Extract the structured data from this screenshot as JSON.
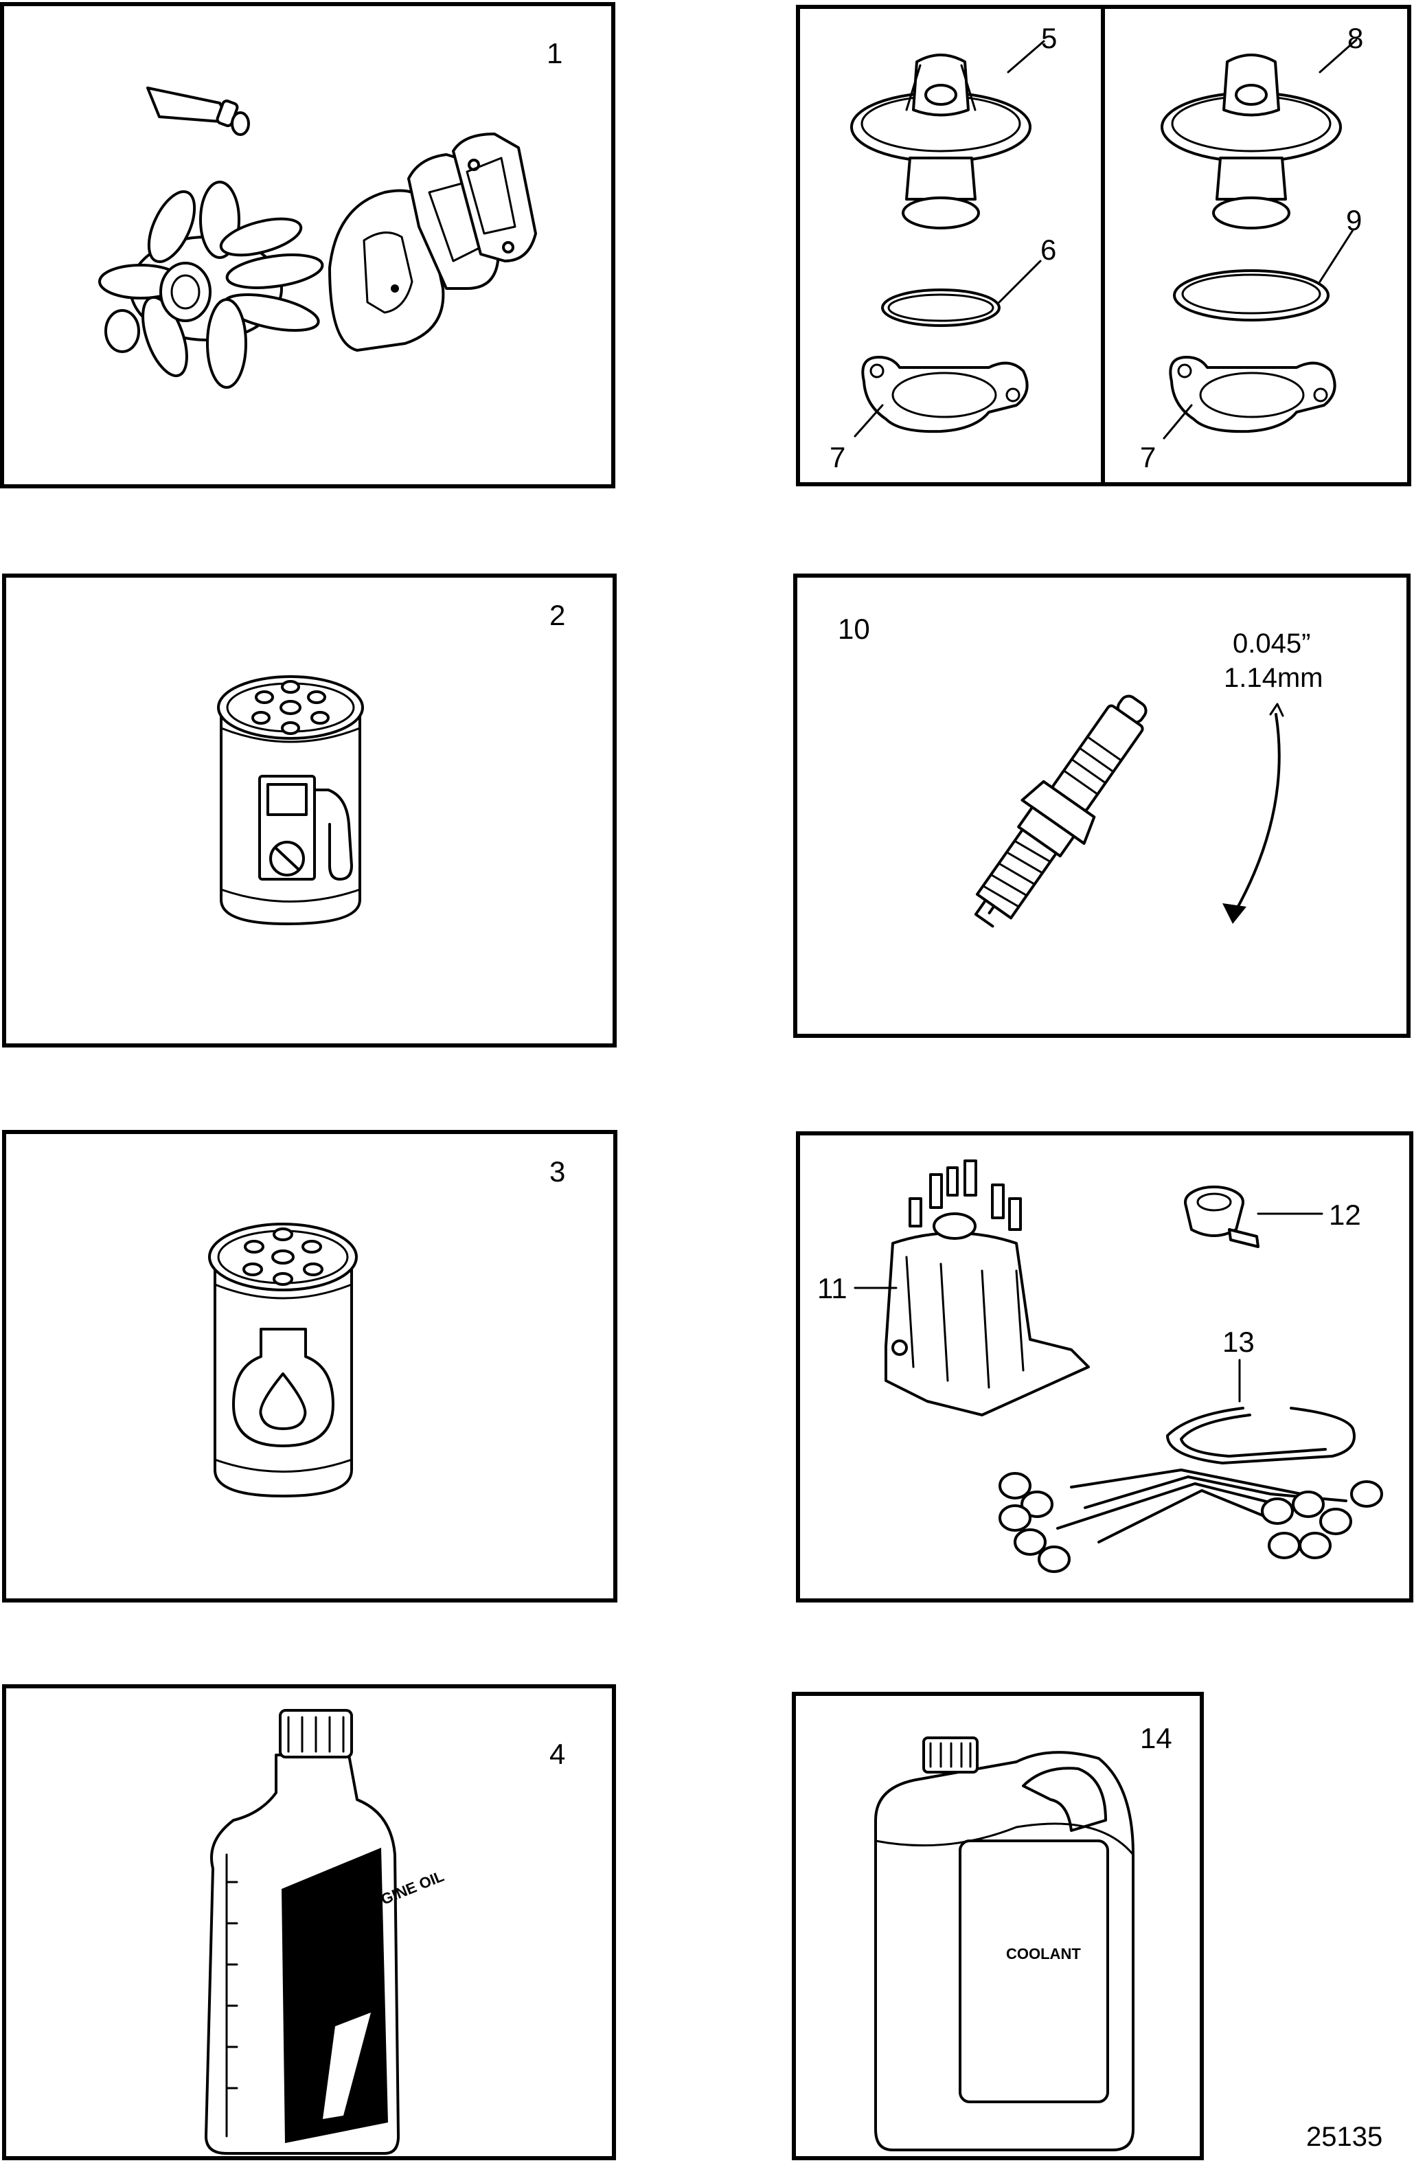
{
  "panels": [
    {
      "id": "impeller-kit",
      "labels": [
        "1"
      ]
    },
    {
      "id": "thermostat-kits",
      "labels": [
        "5",
        "6",
        "7",
        "8",
        "9",
        "7"
      ]
    },
    {
      "id": "fuel-filter",
      "labels": [
        "2"
      ]
    },
    {
      "id": "spark-plug",
      "labels": [
        "10"
      ],
      "gap_inch": "0.045”",
      "gap_mm": "1.14mm"
    },
    {
      "id": "oil-filter",
      "labels": [
        "3"
      ]
    },
    {
      "id": "ignition-parts",
      "labels": [
        "11",
        "12",
        "13"
      ]
    },
    {
      "id": "engine-oil",
      "labels": [
        "4"
      ],
      "bottle_text": "GASOLINE ENGINE OIL"
    },
    {
      "id": "coolant",
      "labels": [
        "14"
      ],
      "container_text": "COOLANT"
    }
  ],
  "figure_number": "25135"
}
